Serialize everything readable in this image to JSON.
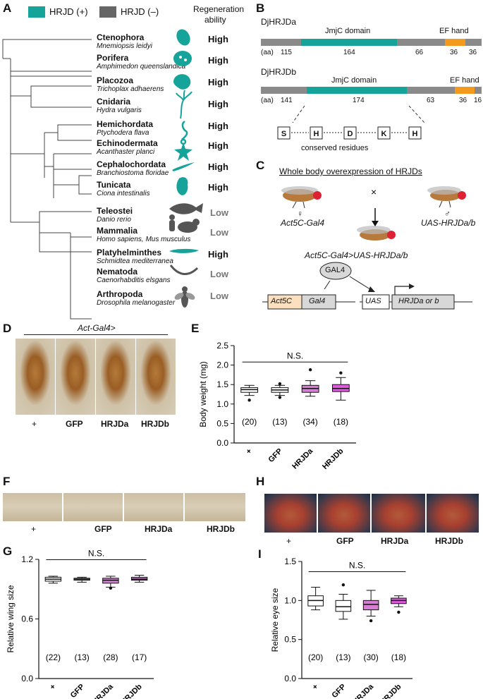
{
  "panelA": {
    "label": "A",
    "legend": {
      "pos": "HRJD (+)",
      "neg": "HRJD (–)",
      "pos_color": "#16a39a",
      "neg_color": "#666666"
    },
    "header": [
      "Regeneration",
      "ability"
    ],
    "taxa": [
      {
        "name": "Ctenophora",
        "species": "Mnemiopsis leidyi",
        "ability": "High",
        "hrjd": true
      },
      {
        "name": "Porifera",
        "species": "Amphimedon queenslandica",
        "ability": "High",
        "hrjd": true
      },
      {
        "name": "Placozoa",
        "species": "Trichoplax adhaerens",
        "ability": "High",
        "hrjd": true
      },
      {
        "name": "Cnidaria",
        "species": "Hydra vulgaris",
        "ability": "High",
        "hrjd": true
      },
      {
        "name": "Hemichordata",
        "species": "Ptychodera flava",
        "ability": "High",
        "hrjd": true
      },
      {
        "name": "Echinodermata",
        "species": "Acanthaster planci",
        "ability": "High",
        "hrjd": true
      },
      {
        "name": "Cephalochordata",
        "species": "Branchiostoma floridae",
        "ability": "High",
        "hrjd": true
      },
      {
        "name": "Tunicata",
        "species": "Ciona intestinalis",
        "ability": "High",
        "hrjd": true
      },
      {
        "name": "Teleostei",
        "species": "Danio rerio",
        "ability": "Low",
        "hrjd": false
      },
      {
        "name": "Mammalia",
        "species": "Homo sapiens, Mus musculus",
        "ability": "Low",
        "hrjd": false
      },
      {
        "name": "Platyhelminthes",
        "species": "Schmidtea mediterranea",
        "ability": "High",
        "hrjd": true
      },
      {
        "name": "Nematoda",
        "species": "Caenorhabditis elsgans",
        "ability": "Low",
        "hrjd": false
      },
      {
        "name": "Arthropoda",
        "species": "Drosophila melanogaster",
        "ability": "Low",
        "hrjd": false
      }
    ]
  },
  "panelB": {
    "label": "B",
    "a": {
      "name": "DjHRJDa",
      "jmjc": "JmjC domain",
      "ef": "EF hand",
      "aa": "(aa)",
      "lengths": [
        "115",
        "164",
        "66",
        "36",
        "36"
      ]
    },
    "b": {
      "name": "DjHRJDb",
      "jmjc": "JmjC domain",
      "ef": "EF hand",
      "aa": "(aa)",
      "lengths": [
        "141",
        "174",
        "63",
        "36",
        "16"
      ]
    },
    "residues": [
      "S",
      "H",
      "D",
      "K",
      "H"
    ],
    "residues_caption": "conserved residues",
    "colors": {
      "gray": "#8a8a8a",
      "jmjc": "#16a39a",
      "ef": "#f39a1e"
    }
  },
  "panelC": {
    "label": "C",
    "title": "Whole body overexpression of HRJDs",
    "female_sym": "♀",
    "male_sym": "♂",
    "cross": "×",
    "female_line": "Act5C-Gal4",
    "male_line": "UAS-HRJDa/b",
    "progeny": "Act5C-Gal4>UAS-HRJDa/b",
    "construct": {
      "act": "Act5C",
      "gal4": "Gal4",
      "gal4_protein": "GAL4",
      "uas": "UAS",
      "gene": "HRJDa or b"
    }
  },
  "panelD": {
    "label": "D",
    "header": "Act-Gal4>",
    "groups": [
      "+",
      "GFP",
      "HRJDa",
      "HRJDb"
    ]
  },
  "panelE": {
    "label": "E"
  },
  "panelF": {
    "label": "F",
    "groups": [
      "+",
      "GFP",
      "HRJDa",
      "HRJDb"
    ]
  },
  "panelG": {
    "label": "G"
  },
  "panelH": {
    "label": "H",
    "groups": [
      "+",
      "GFP",
      "HRJDa",
      "HRJDb"
    ]
  },
  "panelI": {
    "label": "I"
  },
  "chart_data": [
    {
      "type": "box",
      "ylabel": "Body weight (mg)",
      "categories": [
        "+",
        "GFP",
        "HRJDa",
        "HRJDb"
      ],
      "n_labels": [
        "(20)",
        "(13)",
        "(34)",
        "(18)"
      ],
      "ylim": [
        0,
        2.5
      ],
      "yticks": [
        "0.0",
        "0.5",
        "1.0",
        "1.5",
        "2.0",
        "2.5"
      ],
      "annotation": "N.S.",
      "box_colors": [
        "#ffffff",
        "#ffffff",
        "#d67ed6",
        "#e05ae0"
      ],
      "boxes": [
        {
          "min": 1.22,
          "q1": 1.3,
          "median": 1.37,
          "q3": 1.42,
          "max": 1.48
        },
        {
          "min": 1.22,
          "q1": 1.3,
          "median": 1.36,
          "q3": 1.42,
          "max": 1.48
        },
        {
          "min": 1.2,
          "q1": 1.3,
          "median": 1.4,
          "q3": 1.48,
          "max": 1.6
        },
        {
          "min": 1.1,
          "q1": 1.32,
          "median": 1.4,
          "q3": 1.5,
          "max": 1.68
        }
      ],
      "outliers": [
        [
          1.1
        ],
        [
          1.17,
          1.52
        ],
        [
          1.88
        ],
        [
          1.8
        ]
      ]
    },
    {
      "type": "box",
      "ylabel": "Relative wing size",
      "categories": [
        "+",
        "GFP",
        "HRJDa",
        "HRJDb"
      ],
      "n_labels": [
        "(22)",
        "(13)",
        "(28)",
        "(17)"
      ],
      "ylim": [
        0,
        1.2
      ],
      "yticks": [
        "0.0",
        "0.6",
        "1.2"
      ],
      "annotation": "N.S.",
      "box_colors": [
        "#ffffff",
        "#ffffff",
        "#d67ed6",
        "#e05ae0"
      ],
      "boxes": [
        {
          "min": 0.96,
          "q1": 0.98,
          "median": 1.0,
          "q3": 1.02,
          "max": 1.03
        },
        {
          "min": 0.97,
          "q1": 0.99,
          "median": 1.0,
          "q3": 1.01,
          "max": 1.02
        },
        {
          "min": 0.92,
          "q1": 0.96,
          "median": 0.99,
          "q3": 1.01,
          "max": 1.03
        },
        {
          "min": 0.97,
          "q1": 0.99,
          "median": 1.0,
          "q3": 1.02,
          "max": 1.04
        }
      ],
      "outliers": [
        [],
        [],
        [
          0.91
        ],
        []
      ]
    },
    {
      "type": "box",
      "ylabel": "Relative eye size",
      "categories": [
        "+",
        "GFP",
        "HRJDa",
        "HRJDb"
      ],
      "n_labels": [
        "(20)",
        "(13)",
        "(30)",
        "(18)"
      ],
      "ylim": [
        0,
        1.5
      ],
      "yticks": [
        "0.0",
        "0.5",
        "1.0",
        "1.5"
      ],
      "annotation": "N.S.",
      "box_colors": [
        "#ffffff",
        "#ffffff",
        "#d67ed6",
        "#e05ae0"
      ],
      "boxes": [
        {
          "min": 0.88,
          "q1": 0.93,
          "median": 1.0,
          "q3": 1.06,
          "max": 1.17
        },
        {
          "min": 0.76,
          "q1": 0.86,
          "median": 0.92,
          "q3": 1.0,
          "max": 1.08
        },
        {
          "min": 0.8,
          "q1": 0.88,
          "median": 0.95,
          "q3": 1.0,
          "max": 1.13
        },
        {
          "min": 0.92,
          "q1": 0.96,
          "median": 1.0,
          "q3": 1.03,
          "max": 1.06
        }
      ],
      "outliers": [
        [],
        [
          1.2
        ],
        [
          0.74
        ],
        [
          0.85
        ]
      ]
    }
  ]
}
